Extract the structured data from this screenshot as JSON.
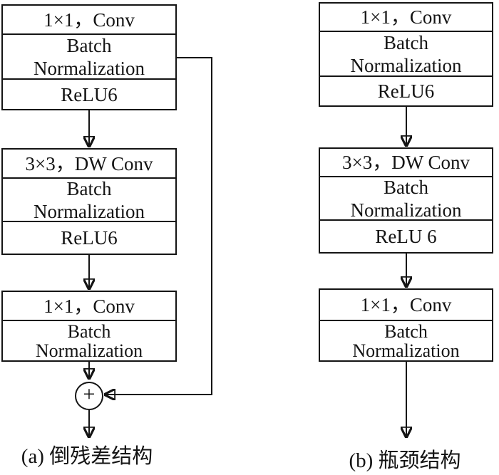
{
  "diagram": {
    "colors": {
      "line": "#141414",
      "background": "#ffffff",
      "text": "#141414"
    },
    "left": {
      "caption": "(a) 倒残差结构",
      "sum_label": "+",
      "blocks": [
        {
          "rows": [
            "1×1，Conv",
            "Batch\nNormalization",
            "ReLU6"
          ]
        },
        {
          "rows": [
            "3×3，DW Conv",
            "Batch\nNormalization",
            "ReLU6"
          ]
        },
        {
          "rows": [
            "1×1，Conv",
            "Batch\nNormalization"
          ]
        }
      ]
    },
    "right": {
      "caption": "(b) 瓶颈结构",
      "blocks": [
        {
          "rows": [
            "1×1，Conv",
            "Batch\nNormalization",
            "ReLU6"
          ]
        },
        {
          "rows": [
            "3×3，DW Conv",
            "Batch\nNormalization",
            "ReLU 6"
          ]
        },
        {
          "rows": [
            "1×1，Conv",
            "Batch\nNormalization"
          ]
        }
      ]
    }
  }
}
